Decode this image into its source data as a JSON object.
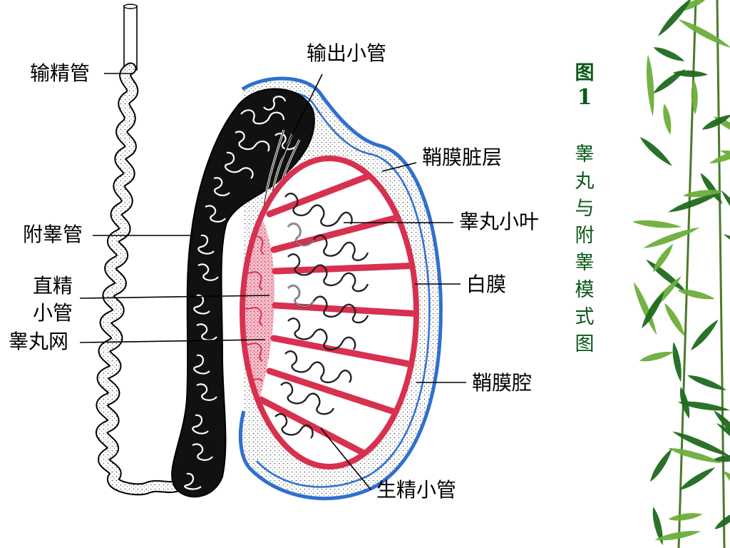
{
  "labels": {
    "vas_deferens": "输精管",
    "efferent_ductules": "输出小管",
    "visceral_layer": "鞘膜脏层",
    "lobule": "睾丸小叶",
    "epididymis": "附睾管",
    "straight_tubule_line1": "直精",
    "straight_tubule_line2": "小管",
    "tunica_albuginea": "白膜",
    "rete_testis": "睾丸网",
    "vaginal_cavity": "鞘膜腔",
    "seminiferous_tubule": "生精小管"
  },
  "caption": {
    "figure": "图",
    "number": "1",
    "title": "睾丸与附睾模式图"
  },
  "colors": {
    "outer_membrane": "#2f6fd0",
    "albuginea": "#d8304f",
    "albuginea_fill": "#f2bcc8",
    "tubule_fill": "#ffffff",
    "caption_text": "#0a5a18",
    "bamboo_dark": "#1f6a1f",
    "bamboo_light": "#6cae3a"
  }
}
